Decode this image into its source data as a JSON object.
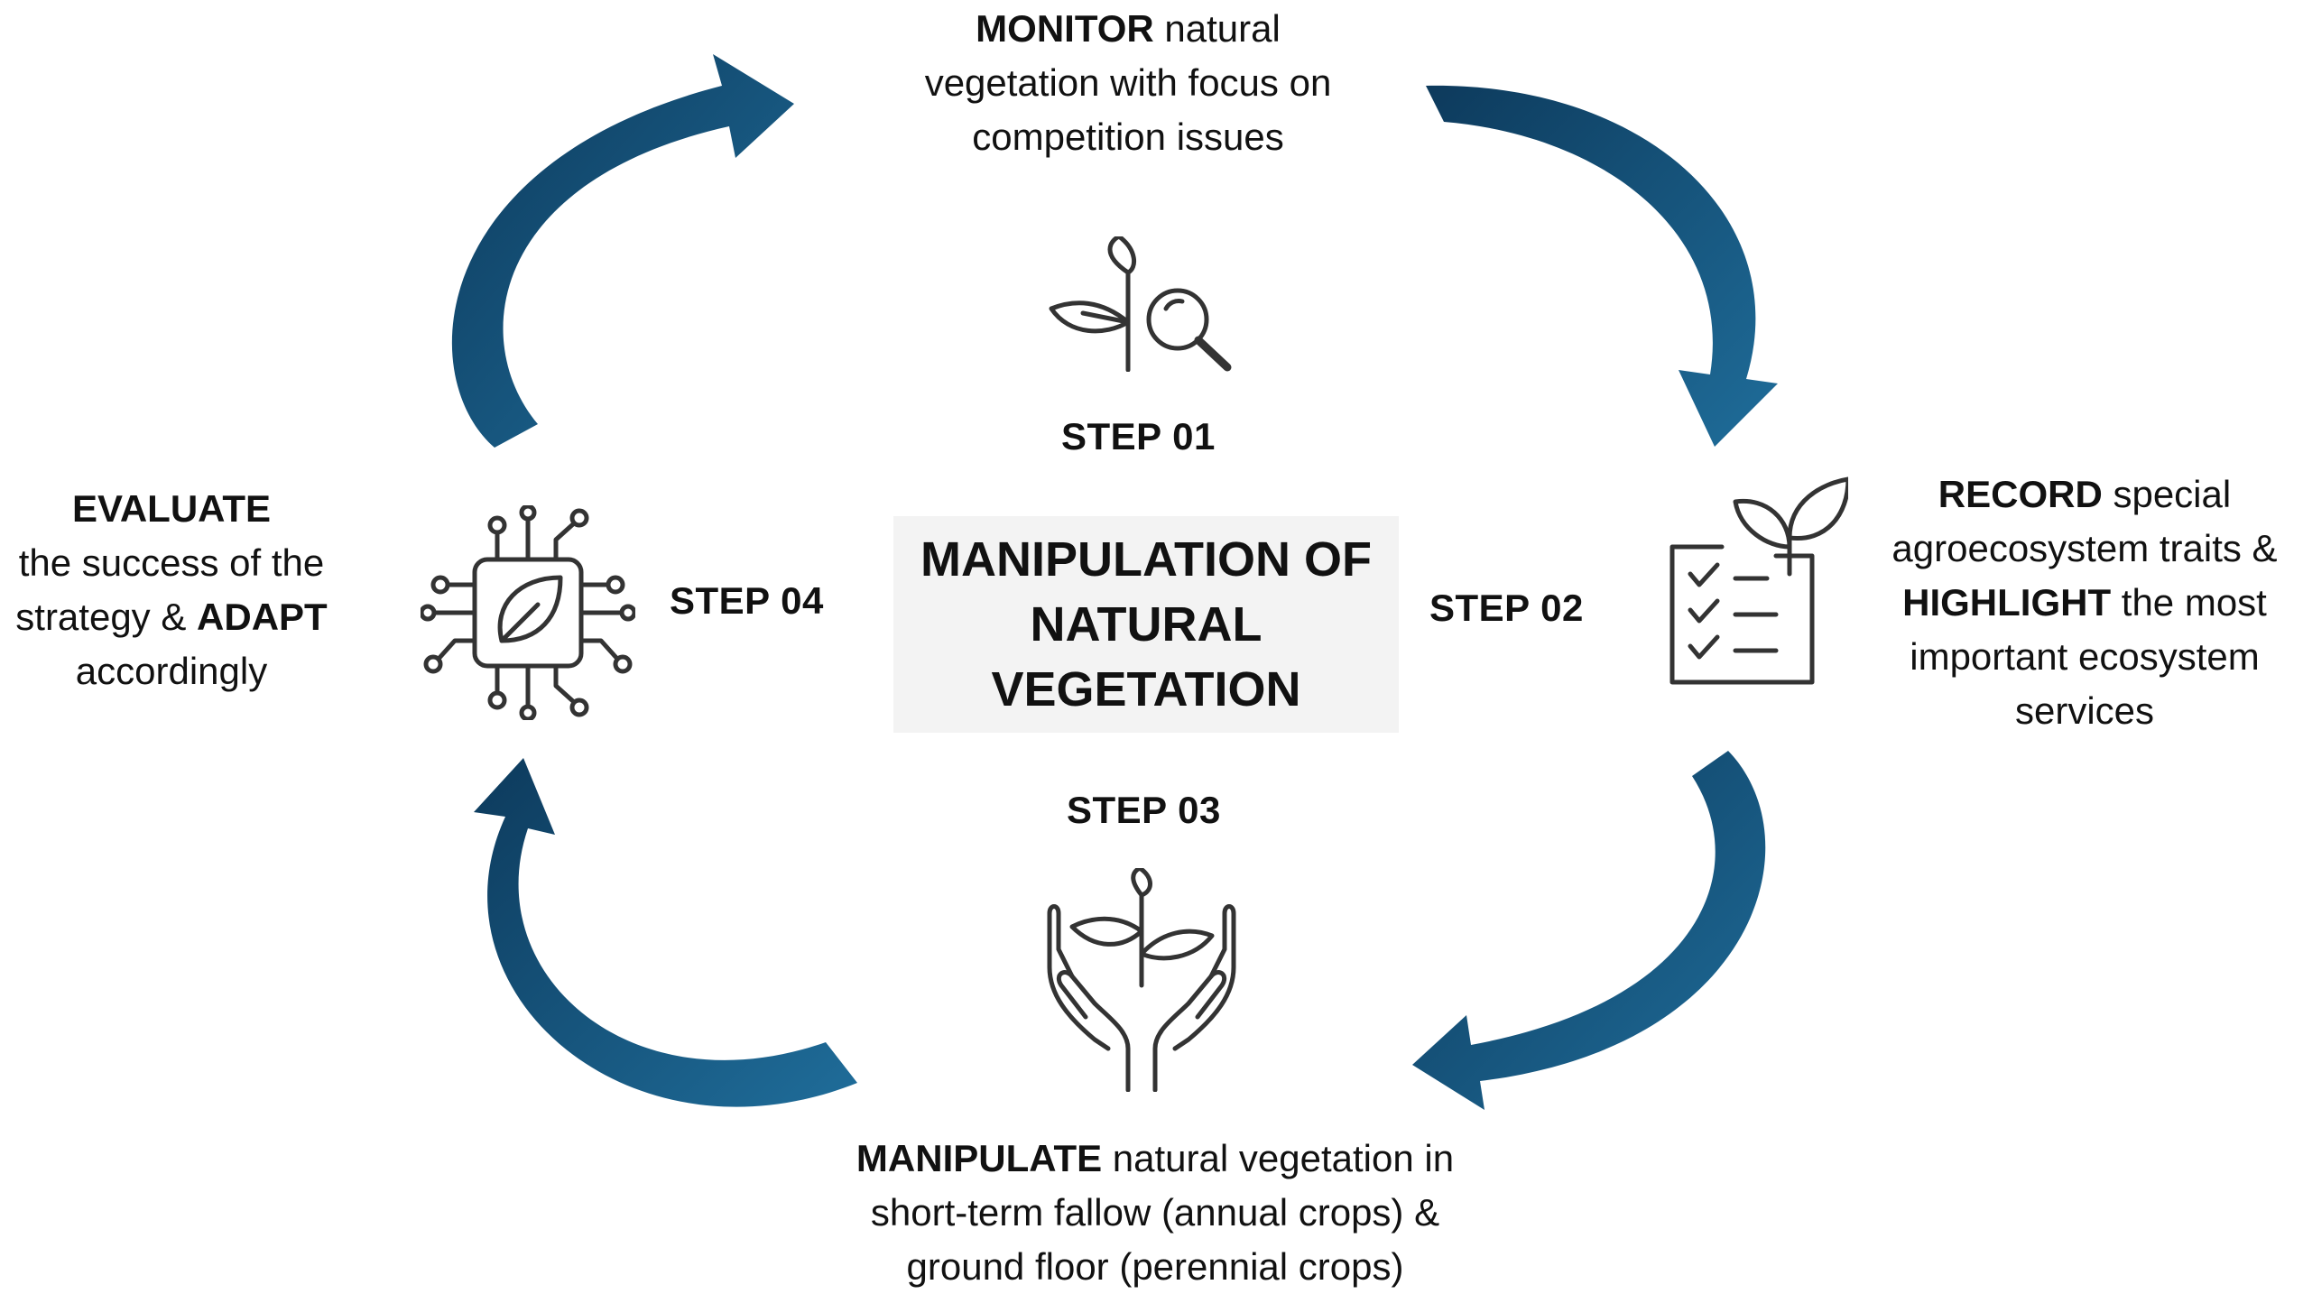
{
  "center": {
    "title": "MANIPULATION OF\nNATURAL\nVEGETATION"
  },
  "steps": [
    {
      "label": "STEP 01",
      "bold": "MONITOR",
      "lines": [
        "natural",
        "vegetation with focus on",
        "competition issues"
      ]
    },
    {
      "label": "STEP 02",
      "bold1": "RECORD",
      "line1": " special",
      "line2": "agroecosystem traits &",
      "bold2": "HIGHLIGHT",
      "line3": " the most",
      "line4": "important ecosystem",
      "line5": "services"
    },
    {
      "label": "STEP 03",
      "bold": "MANIPULATE",
      "line1": " natural vegetation in",
      "line2": "short-term fallow (annual crops) &",
      "line3": "ground floor (perennial crops)"
    },
    {
      "label": "STEP 04",
      "bold1": "EVALUATE",
      "line1": "the success of the",
      "line2pre": "strategy & ",
      "bold2": "ADAPT",
      "line3": "accordingly"
    }
  ],
  "icons": [
    "plant-magnifier-icon",
    "checklist-plant-icon",
    "hands-plant-icon",
    "circuit-leaf-icon"
  ],
  "colors": {
    "arrow_dark": "#0d3a5c",
    "arrow_light": "#1f6d9a",
    "icon_stroke": "#333333",
    "box_bg": "#f3f3f3"
  }
}
